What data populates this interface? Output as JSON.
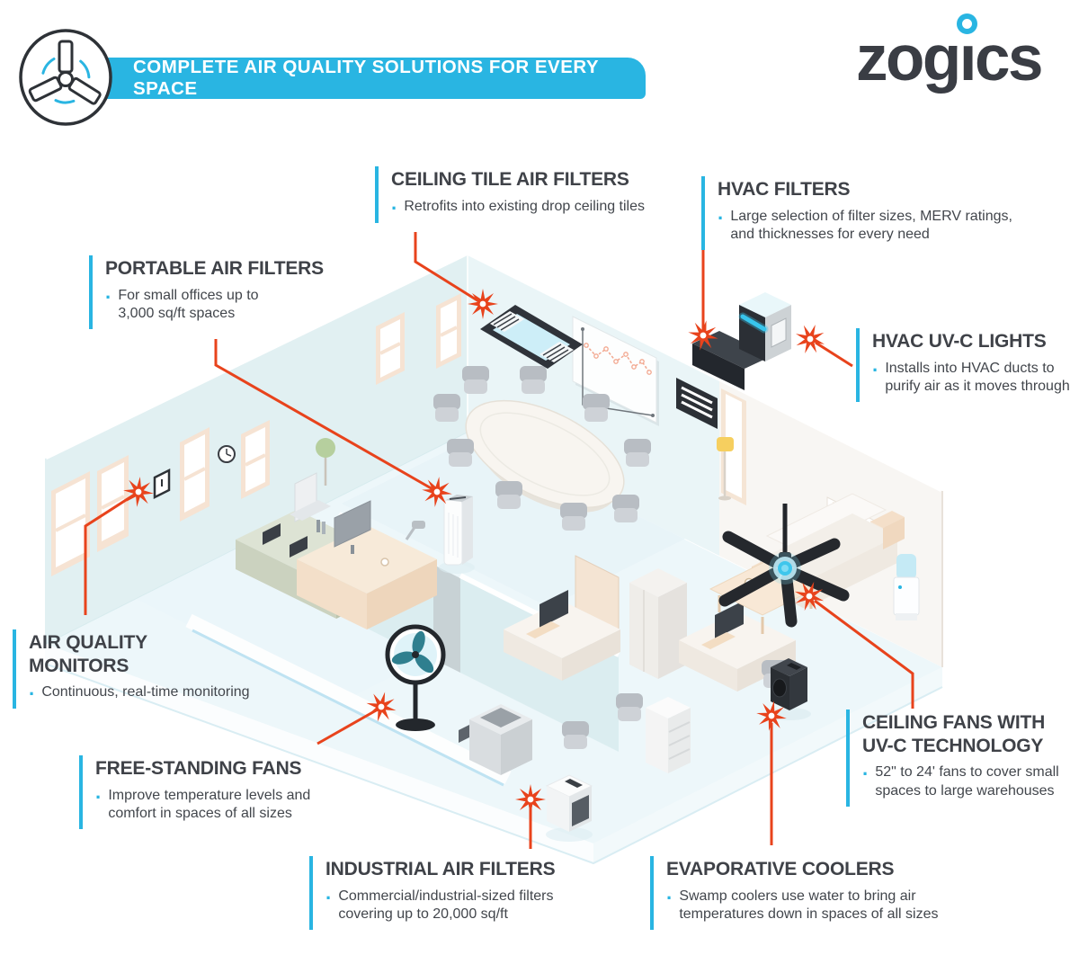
{
  "header": {
    "banner": "COMPLETE AIR QUALITY SOLUTIONS FOR EVERY SPACE",
    "logo": {
      "prefix": "zog",
      "i": "ı",
      "suffix": "cs"
    }
  },
  "bullet_marker": "·",
  "colors": {
    "accent_cyan": "#29b5e2",
    "accent_orange": "#e8431c",
    "heading_dark": "#3f4248"
  },
  "callouts": [
    {
      "title": "CEILING TILE AIR FILTERS",
      "bullet": "Retrofits into existing drop ceiling tiles"
    },
    {
      "title": "HVAC FILTERS",
      "bullet": "Large selection of filter sizes, MERV ratings, and thicknesses for every need"
    },
    {
      "title": "PORTABLE AIR FILTERS",
      "bullet": "For small offices up to 3,000 sq/ft spaces"
    },
    {
      "title": "HVAC UV-C LIGHTS",
      "bullet": "Installs into HVAC ducts to purify air as it moves through"
    },
    {
      "title": "AIR QUALITY MONITORS",
      "bullet": "Continuous, real-time monitoring"
    },
    {
      "title": "FREE-STANDING FANS",
      "bullet": "Improve temperature levels and comfort in spaces of all sizes"
    },
    {
      "title": "INDUSTRIAL AIR FILTERS",
      "bullet": "Commercial/industrial-sized filters covering up to 20,000 sq/ft"
    },
    {
      "title": "EVAPORATIVE COOLERS",
      "bullet": "Swamp coolers use water to bring air temperatures down in spaces of all sizes"
    },
    {
      "title": "CEILING FANS WITH UV-C TECHNOLOGY",
      "bullet": "52\" to 24' fans to cover small spaces to large warehouses"
    }
  ]
}
